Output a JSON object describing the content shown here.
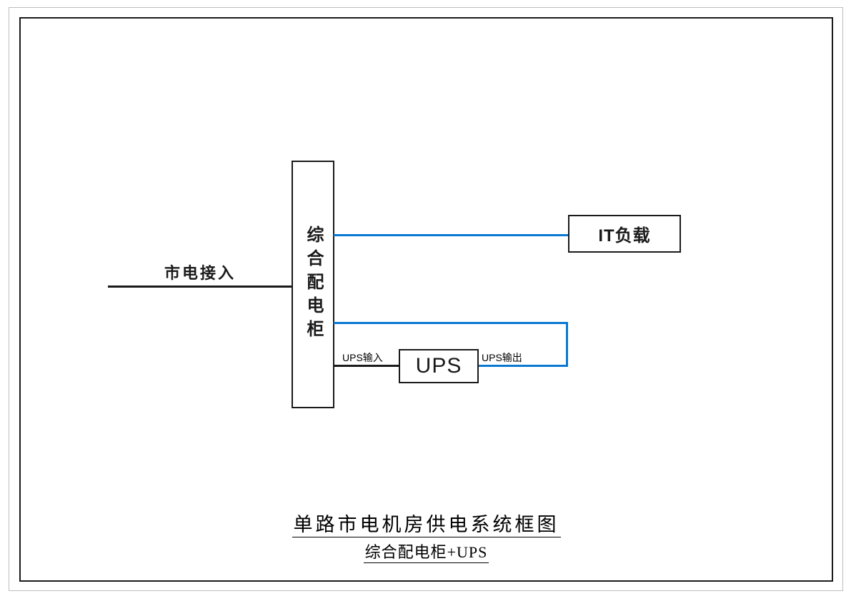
{
  "diagram": {
    "mains_label": "市电接入",
    "cabinet_label": "综合配电柜",
    "it_load_label": "IT负载",
    "ups_label": "UPS",
    "ups_input_label": "UPS输入",
    "ups_output_label": "UPS输出",
    "title": "单路市电机房供电系统框图",
    "subtitle": "综合配电柜+UPS"
  },
  "colors": {
    "connector_blue": "#0a78d2",
    "line_black": "#1a1a1a",
    "frame_gray": "#bdbdbd"
  }
}
